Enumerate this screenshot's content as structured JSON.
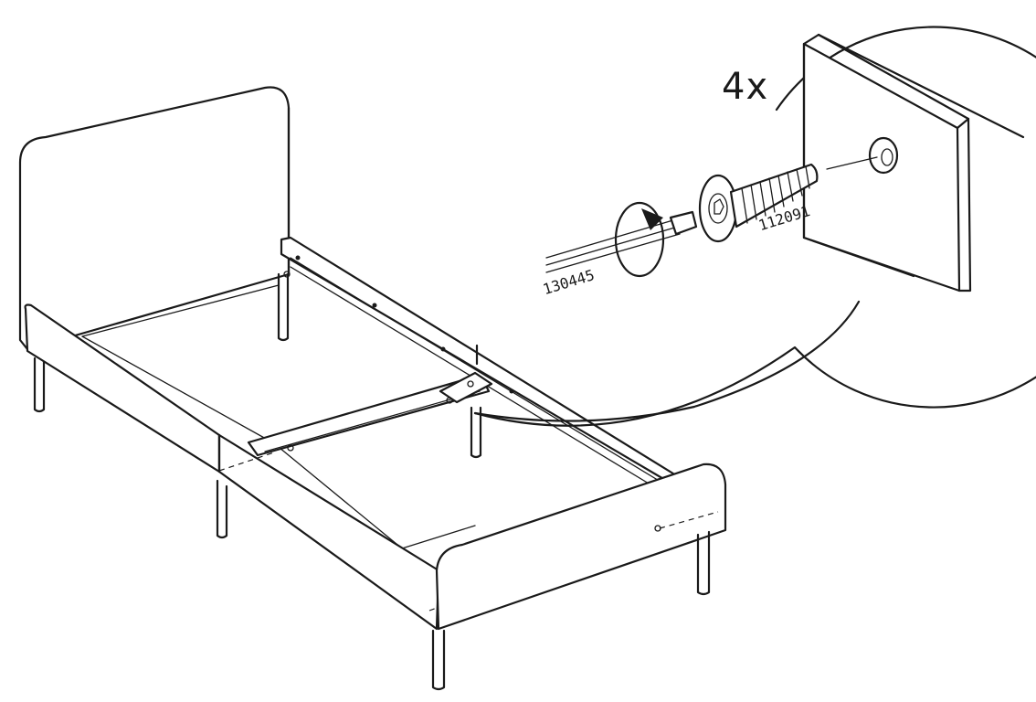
{
  "diagram": {
    "quantity_label": "4x",
    "tool_part_number": "130445",
    "screw_part_number": "112091",
    "colors": {
      "line": "#1a1a1a",
      "background": "#ffffff"
    }
  }
}
